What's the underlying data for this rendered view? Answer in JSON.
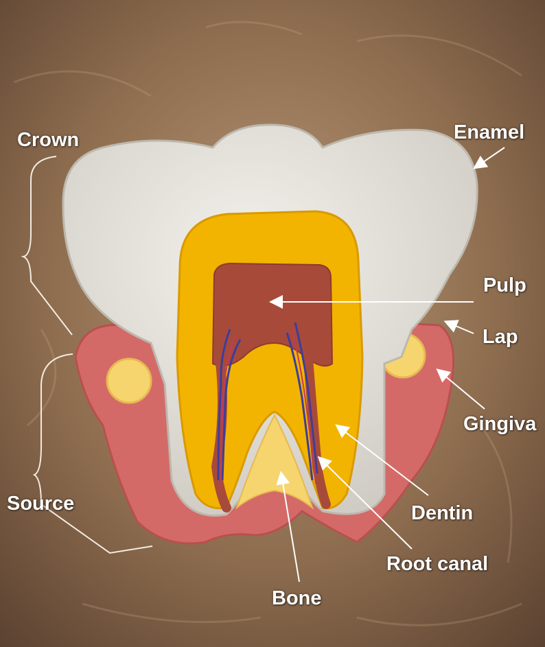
{
  "labels": {
    "crown": "Crown",
    "enamel": "Enamel",
    "pulp": "Pulp",
    "lap": "Lap",
    "gingiva": "Gingiva",
    "dentin": "Dentin",
    "source": "Source",
    "root_canal": "Root canal",
    "bone": "Bone"
  },
  "colors": {
    "background_fur": "#8a6a4c",
    "enamel_white": "#e9e7e2",
    "dentin_yellow": "#f2b400",
    "pulp_red": "#a84a3a",
    "gingiva_pink": "#d8706e",
    "bone_yellow": "#f6d46e",
    "nerve_blue": "#3b3f9a"
  }
}
